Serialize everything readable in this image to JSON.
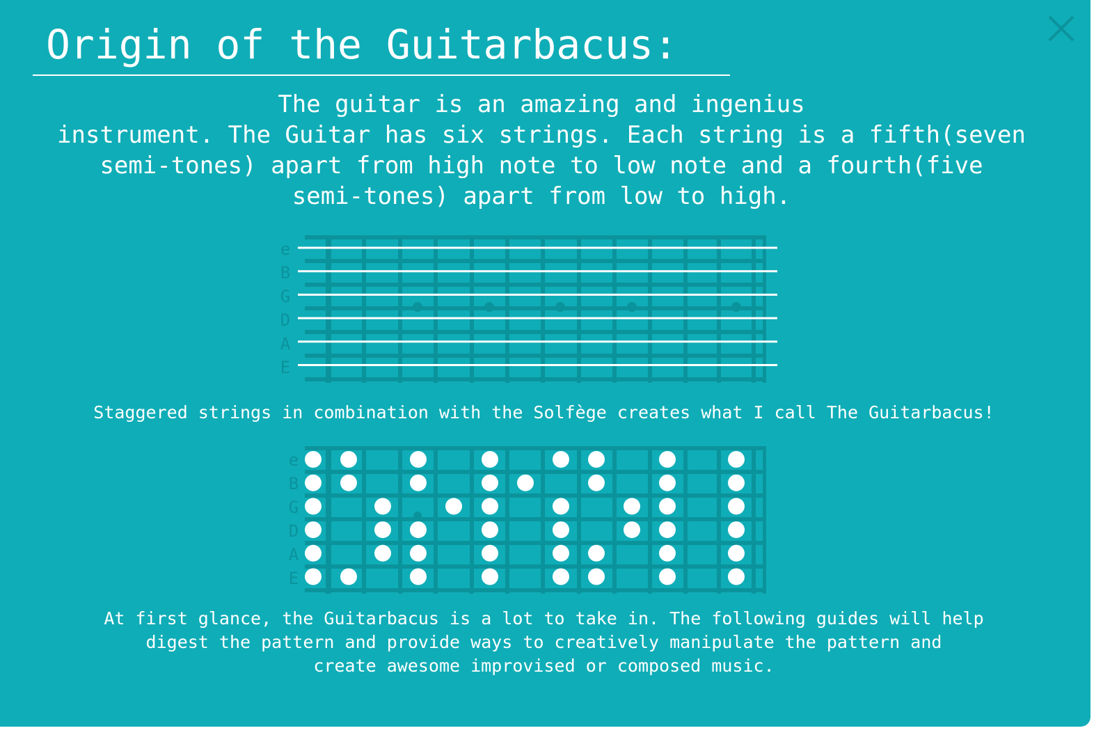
{
  "modal": {
    "title": "Origin of the Guitarbacus:",
    "close_icon": "close-x-icon",
    "intro_lines": [
      "The guitar is an amazing and ingenius",
      "instrument. The Guitar has six strings. Each string is a fifth(seven",
      "semi-tones) apart from high note to low note and a fourth(five",
      "semi-tones) apart from low to high."
    ],
    "caption": "Staggered strings in combination with the Solfège creates what I call The Guitarbacus!",
    "outro_lines": [
      "At first glance, the Guitarbacus is a lot to take in. The following guides will help",
      "digest the pattern and provide ways to creatively manipulate the pattern and",
      "create awesome improvised or composed music."
    ]
  },
  "colors": {
    "background": "#0fadb7",
    "fretboard": "#0b939c",
    "string": "#ffffff",
    "note": "#ffffff"
  },
  "fretboard_top": {
    "strings": [
      "e",
      "B",
      "G",
      "D",
      "A",
      "E"
    ],
    "inlay_positions": [
      "between G and D at 3rd, 5th, 7th, 9th and 12th frets"
    ]
  },
  "fretboard_bottom": {
    "strings": [
      "e",
      "B",
      "G",
      "D",
      "A",
      "E"
    ],
    "notes": {
      "e": [
        0,
        1,
        3,
        5,
        7,
        8,
        10,
        12
      ],
      "B": [
        0,
        1,
        3,
        5,
        6,
        8,
        10,
        12
      ],
      "G": [
        0,
        2,
        4,
        5,
        7,
        9,
        10,
        12
      ],
      "D": [
        0,
        2,
        3,
        5,
        7,
        9,
        10,
        12
      ],
      "A": [
        0,
        2,
        3,
        5,
        7,
        8,
        10,
        12
      ],
      "E": [
        0,
        1,
        3,
        5,
        7,
        8,
        10,
        12
      ]
    }
  }
}
